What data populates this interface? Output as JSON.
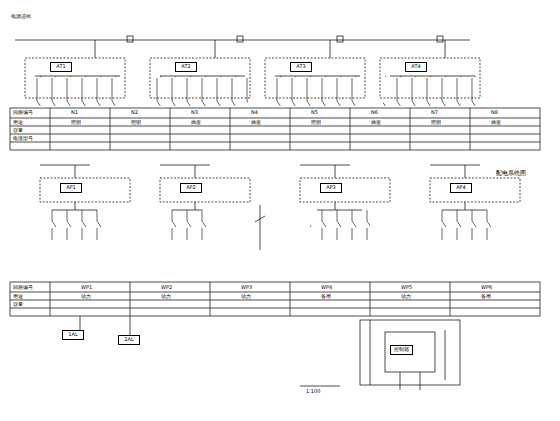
{
  "diagram": {
    "title": "配电系统图",
    "nodes": [
      {
        "text": [
          "AT1"
        ]
      },
      {
        "text": [
          "AT2"
        ]
      },
      {
        "text": [
          "AT3"
        ]
      },
      {
        "text": [
          "AT4"
        ]
      },
      {
        "text": [
          "AP1"
        ]
      },
      {
        "text": [
          "AP2"
        ]
      },
      {
        "text": [
          "AP3"
        ]
      },
      {
        "text": [
          "AP4"
        ]
      },
      {
        "text": [
          "1AL"
        ]
      },
      {
        "text": [
          "2AL"
        ]
      },
      {
        "text": [
          "控制箱"
        ]
      }
    ],
    "labels": [
      "电源进线",
      "回路编号",
      "用途",
      "容量",
      "电缆型号",
      "N1",
      "N2",
      "N3",
      "N4",
      "N5",
      "N6",
      "N7",
      "N8",
      "照明",
      "照明",
      "插座",
      "插座",
      "照明",
      "插座",
      "照明",
      "插座",
      "回路编号",
      "用途",
      "容量",
      "WP1",
      "WP2",
      "WP3",
      "WP4",
      "WP5",
      "WP6",
      "动力",
      "动力",
      "动力",
      "备用",
      "动力",
      "备用",
      "1:100"
    ]
  }
}
